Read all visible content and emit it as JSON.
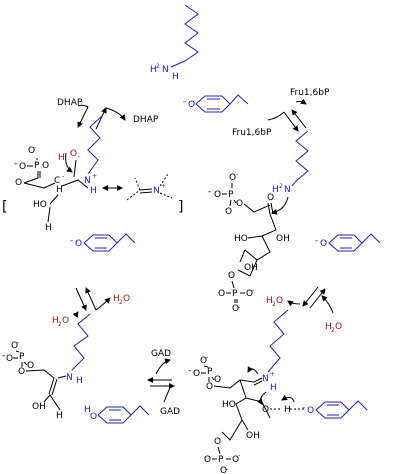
{
  "reagents": {
    "dhap_in": "DHAP",
    "dhap_out": "DHAP",
    "fru_out": "Fru1,6bP",
    "fru_in": "Fru1,6bP",
    "water_1": "H",
    "water_2": "H",
    "water_3": "H",
    "water_4": "H",
    "water_o": "O",
    "water_sub": "2",
    "gad_top": "GAD",
    "gad_bottom": "GAD"
  },
  "atoms": {
    "o": "O",
    "p": "P",
    "n": "N",
    "h": "H",
    "c": "C",
    "minus": "-",
    "plus": "+",
    "two": "2",
    "oh": "OH",
    "ho": "HO"
  },
  "colors": {
    "black": "#000000",
    "blue": "#2020c0",
    "red": "#9a1010"
  }
}
